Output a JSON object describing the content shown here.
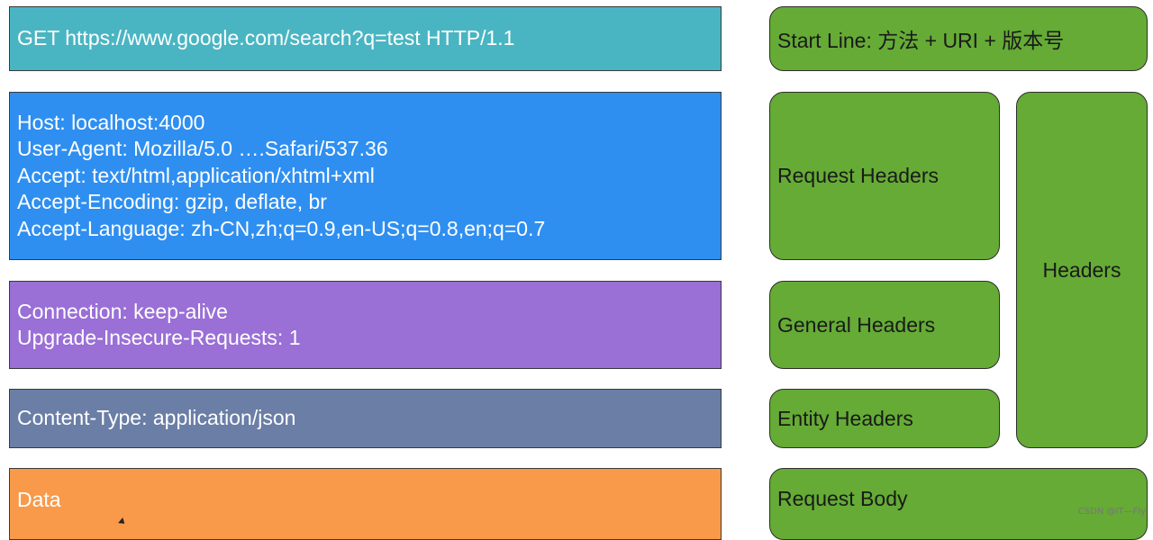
{
  "colors": {
    "start_line": "#4ab5c2",
    "request_headers": "#2f8ff0",
    "general_headers": "#9a6fd6",
    "entity_headers": "#6a7ea6",
    "body": "#f89a4a",
    "label": "#65ab35"
  },
  "blocks": {
    "start_line": [
      "GET https://www.google.com/search?q=test HTTP/1.1"
    ],
    "request_headers": [
      "Host: localhost:4000",
      "User-Agent: Mozilla/5.0 ….Safari/537.36",
      "Accept: text/html,application/xhtml+xml",
      "Accept-Encoding: gzip, deflate, br",
      "Accept-Language: zh-CN,zh;q=0.9,en-US;q=0.8,en;q=0.7"
    ],
    "general_headers": [
      "Connection: keep-alive",
      "Upgrade-Insecure-Requests: 1"
    ],
    "entity_headers": [
      "Content-Type: application/json"
    ],
    "body": [
      "Data"
    ]
  },
  "labels": {
    "start_line": "Start Line: 方法 + URI + 版本号",
    "request_headers": "Request Headers",
    "general_headers": "General Headers",
    "entity_headers": "Entity Headers",
    "headers": "Headers",
    "request_body": "Request Body"
  },
  "watermark": "CSDN @IT—Fly"
}
